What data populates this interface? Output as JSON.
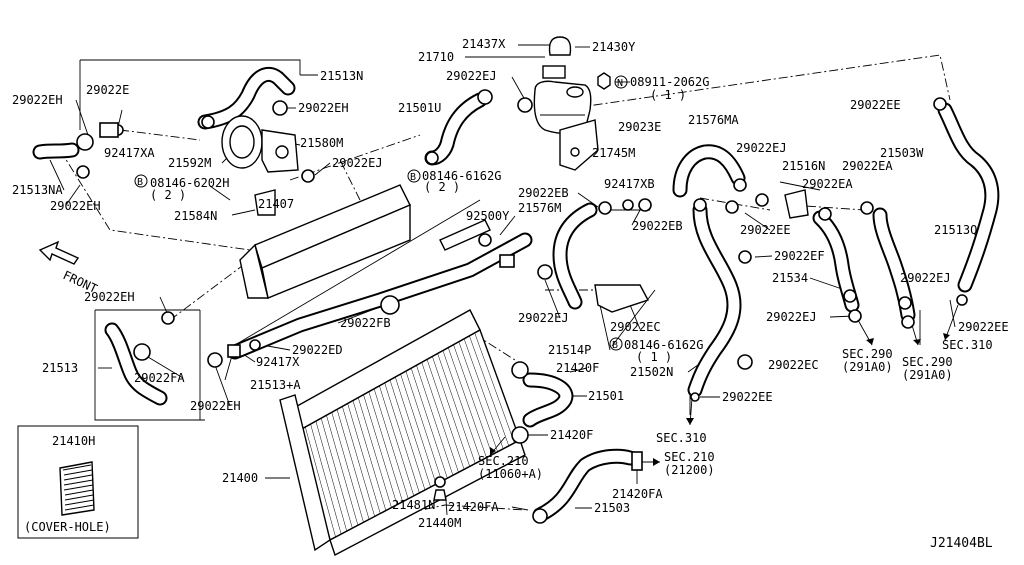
{
  "diagram_id": "J21404BL",
  "front_label": "FRONT",
  "cover_box": {
    "part": "21410H",
    "caption": "(COVER-HOLE)"
  },
  "labels": {
    "l21437x": "21437X",
    "l21430y": "21430Y",
    "l21710": "21710",
    "l29022ej_a": "29022EJ",
    "l08911": "08911-2062G",
    "l08911q": "( 1 )",
    "l29022ee_a": "29022EE",
    "l21513n": "21513N",
    "l29022e": "29022E",
    "l29022eh_a": "29022EH",
    "l29022eh_b": "29022EH",
    "l21501u": "21501U",
    "l23e": "29023E",
    "l21576ma": "21576MA",
    "l21503w": "21503W",
    "l92417xa": "92417XA",
    "l21580m": "21580M",
    "l21592m": "21592M",
    "l29022ej_b": "29022EJ",
    "l21745m": "21745M",
    "l29022ej_c": "29022EJ",
    "l21516n": "21516N",
    "l29022ea_a": "29022EA",
    "l21513na": "21513NA",
    "l08146_6202h": "08146-6202H",
    "l08146_6202hq": "( 2 )",
    "l08146_6162g_a": "08146-6162G",
    "l08146_6162g_aq": "( 2 )",
    "l92417xb": "92417XB",
    "l29022ea_b": "29022EA",
    "l29022eh_c": "29022EH",
    "l29022eb_a": "29022EB",
    "l21584n": "21584N",
    "l21407": "21407",
    "l21576m": "21576M",
    "l92500y": "92500Y",
    "l29022eb_b": "29022EB",
    "l29022ee_b": "29022EE",
    "l21513q": "21513Q",
    "l29022ef": "29022EF",
    "l21534": "21534",
    "l29022ej_d": "29022EJ",
    "l29022eh_d": "29022EH",
    "l29022fb": "29022FB",
    "l29022ej_e": "29022EJ",
    "l29022ec_a": "29022EC",
    "l29022ej_f": "29022EJ",
    "l29022ee_c": "29022EE",
    "l21513": "21513",
    "l29022ed": "29022ED",
    "l21514p": "21514P",
    "l08146_6162g_b": "08146-6162G",
    "l08146_6162g_bq": "( 1 )",
    "l29022fa": "29022FA",
    "l92417x": "92417X",
    "l21420f_a": "21420F",
    "l21502n": "21502N",
    "l29022ec_b": "29022EC",
    "l29022eh_e": "29022EH",
    "l21513a": "21513+A",
    "l21501": "21501",
    "l29022ee_d": "29022EE",
    "l21420f_b": "21420F",
    "l21400": "21400",
    "l21481n": "21481N",
    "l21420fa_a": "21420FA",
    "l21503": "21503",
    "l21420fa_b": "21420FA",
    "l21440m": "21440M"
  },
  "section_refs": {
    "sec290a": "SEC.290",
    "sec290a_sub": "(291A0)",
    "sec290b": "SEC.290",
    "sec290b_sub": "(291A0)",
    "sec310a": "SEC.310",
    "sec310b": "SEC.310",
    "sec210a": "SEC.210",
    "sec210a_sub": "(11060+A)",
    "sec210b": "SEC.210",
    "sec210b_sub": "(21200)"
  },
  "callout_letters": {
    "b1": "B",
    "b2": "B",
    "b3": "B",
    "n1": "N"
  }
}
